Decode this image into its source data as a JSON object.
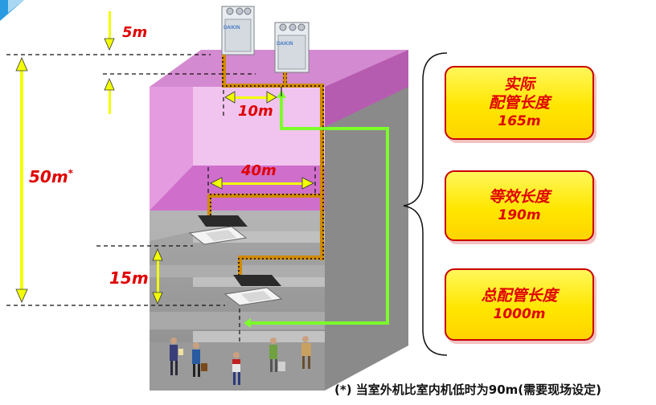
{
  "dimensions": {
    "outdoor_height": "5m",
    "total_height": "50m",
    "total_height_mark": "*",
    "branch_to_unit": "10m",
    "horizontal_run": "40m",
    "indoor_height": "15m"
  },
  "callouts": [
    {
      "line1": "实际",
      "line2": "配管长度",
      "value": "165m"
    },
    {
      "line1": "等效长度",
      "value": "190m"
    },
    {
      "line1": "总配管长度",
      "value": "1000m"
    }
  ],
  "footnote": "(*)  当室外机比室内机低时为90m(需要现场设定)",
  "outdoor_unit_logo": "DAIKIN",
  "colors": {
    "accent_red": "#e00000",
    "callout_fill": "#ffe600",
    "pipe_orange": "#c87a00",
    "green_route": "#7cff2a",
    "top_floor_pink": "#e07ad8",
    "building_gray": "#9e9e9e"
  }
}
